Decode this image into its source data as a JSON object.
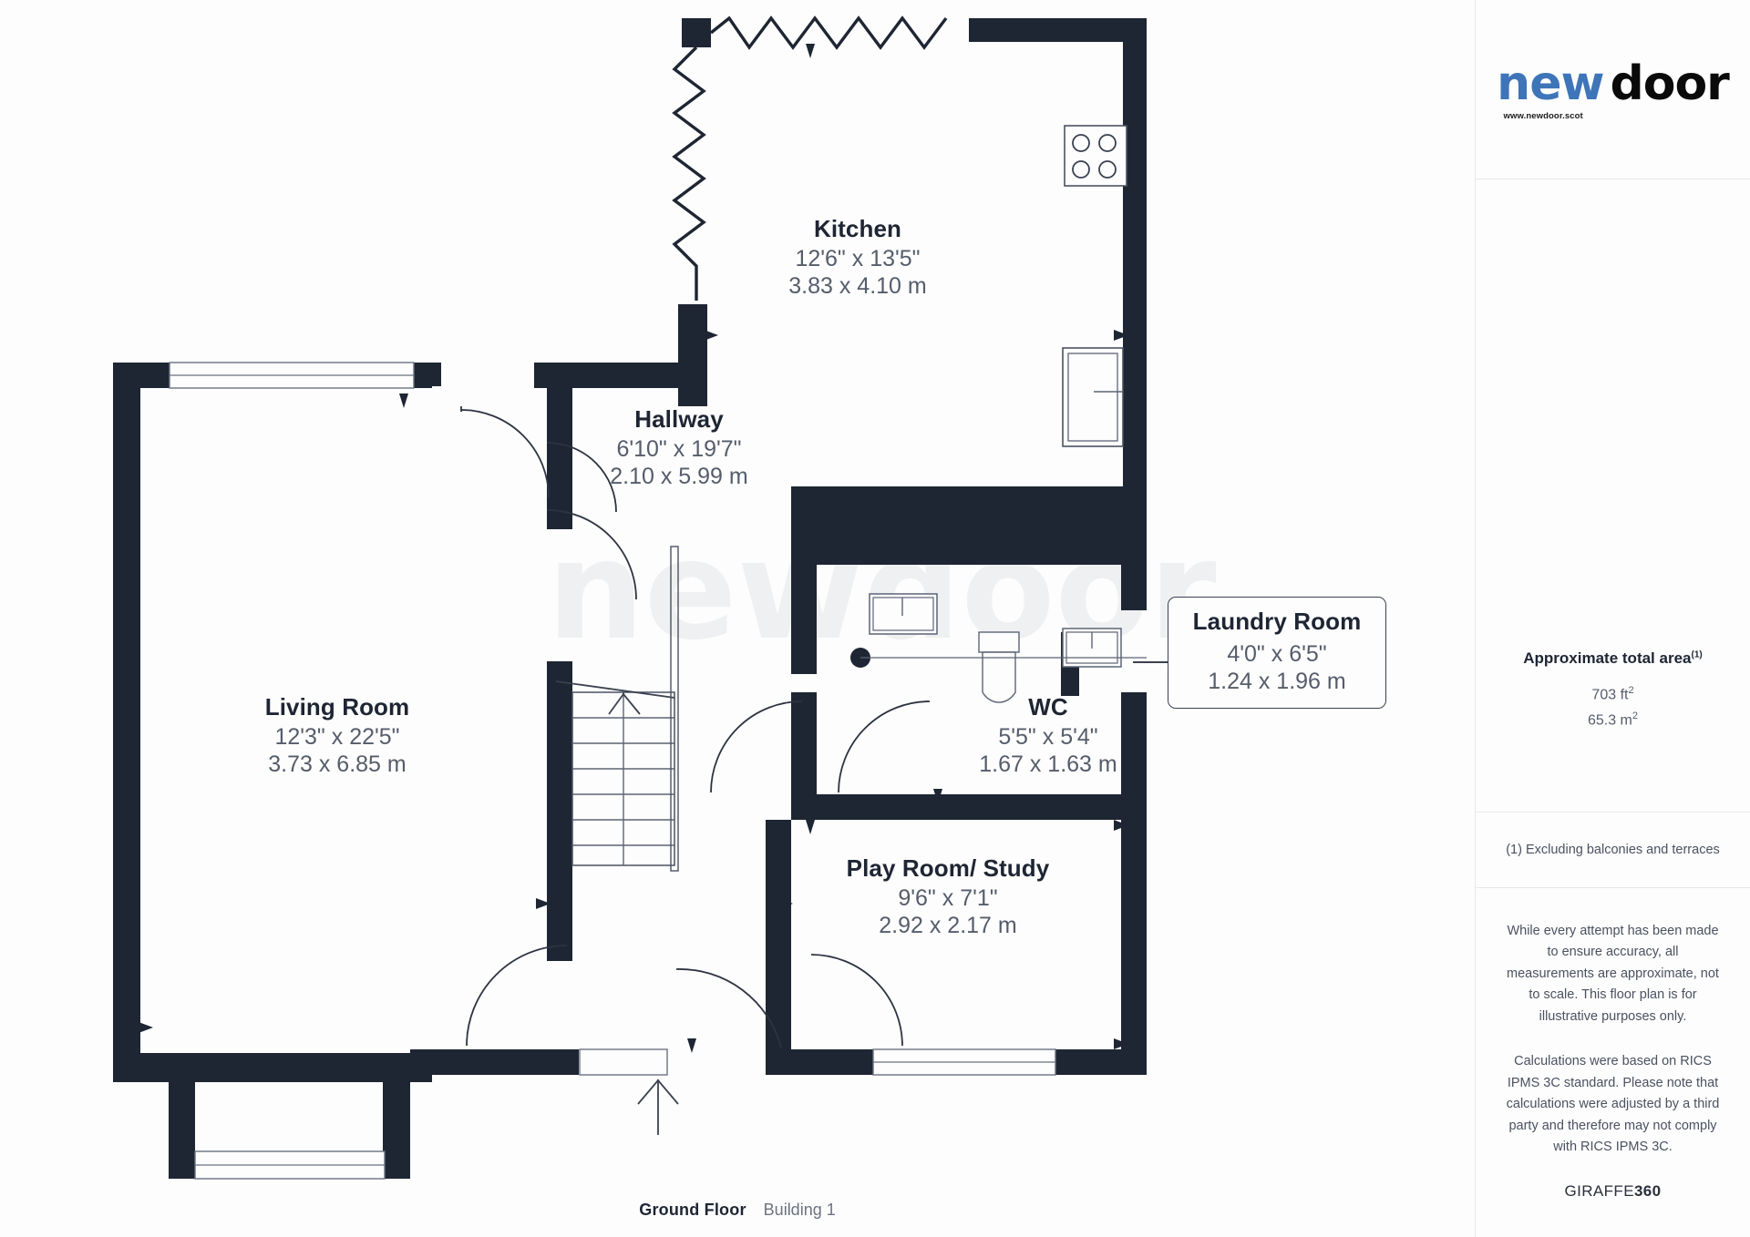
{
  "plan": {
    "floor_label": "Ground Floor",
    "building_label": "Building 1",
    "watermark_text": "newdoor",
    "wall_color": "#1e2533",
    "background_color": "#fdfdfd",
    "dimension_text_color": "#555d6b",
    "rooms": [
      {
        "name": "Kitchen",
        "imperial": "12'6\" x 13'5\"",
        "metric": "3.83 x 4.10 m",
        "boxed": false
      },
      {
        "name": "Hallway",
        "imperial": "6'10\" x 19'7\"",
        "metric": "2.10 x 5.99 m",
        "boxed": false
      },
      {
        "name": "Living Room",
        "imperial": "12'3\" x 22'5\"",
        "metric": "3.73 x 6.85 m",
        "boxed": false
      },
      {
        "name": "Laundry Room",
        "imperial": "4'0\" x 6'5\"",
        "metric": "1.24 x 1.96 m",
        "boxed": true
      },
      {
        "name": "WC",
        "imperial": "5'5\" x 5'4\"",
        "metric": "1.67 x 1.63 m",
        "boxed": false
      },
      {
        "name": "Play Room/ Study",
        "imperial": "9'6\" x 7'1\"",
        "metric": "2.92 x 2.17 m",
        "boxed": false
      }
    ]
  },
  "sidebar": {
    "logo": {
      "word_primary": "new",
      "word_secondary": "door",
      "url": "www.newdoor.scot",
      "primary_color": "#3e74b8",
      "secondary_color": "#0a0a0a"
    },
    "area": {
      "title": "Approximate total area",
      "title_superscript": "(1)",
      "imperial_value": "703 ft",
      "imperial_unit": "2",
      "metric_value": "65.3 m",
      "metric_unit": "2"
    },
    "footnote": "(1) Excluding balconies and terraces",
    "disclaimer_accuracy": "While every attempt has been made to ensure accuracy, all measurements are approximate, not to scale. This floor plan is for illustrative purposes only.",
    "disclaimer_rics": "Calculations were based on RICS IPMS 3C standard. Please note that calculations were adjusted by a third party and therefore may not comply with RICS IPMS 3C.",
    "provider_name": "GIRAFFE",
    "provider_suffix": "360"
  }
}
